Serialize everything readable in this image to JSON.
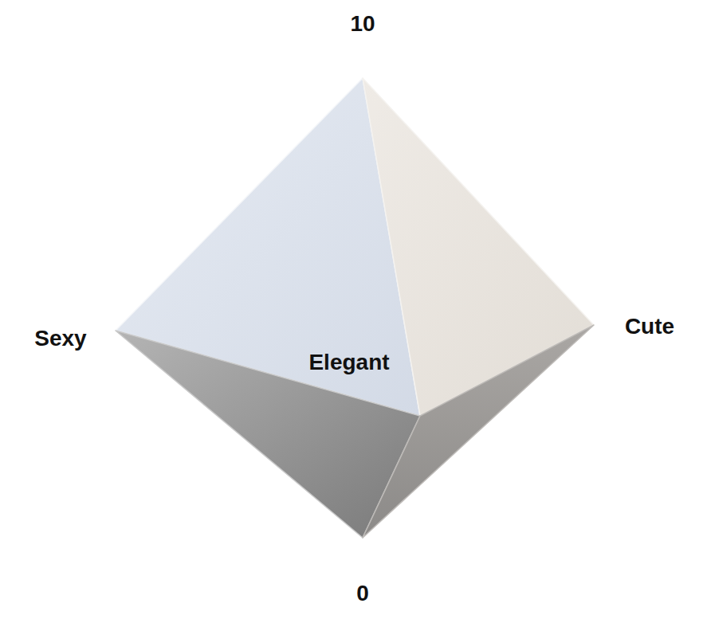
{
  "diagram": {
    "labels": [
      "10",
      "Sexy",
      "Elegant",
      "Cute",
      "0"
    ]
  }
}
